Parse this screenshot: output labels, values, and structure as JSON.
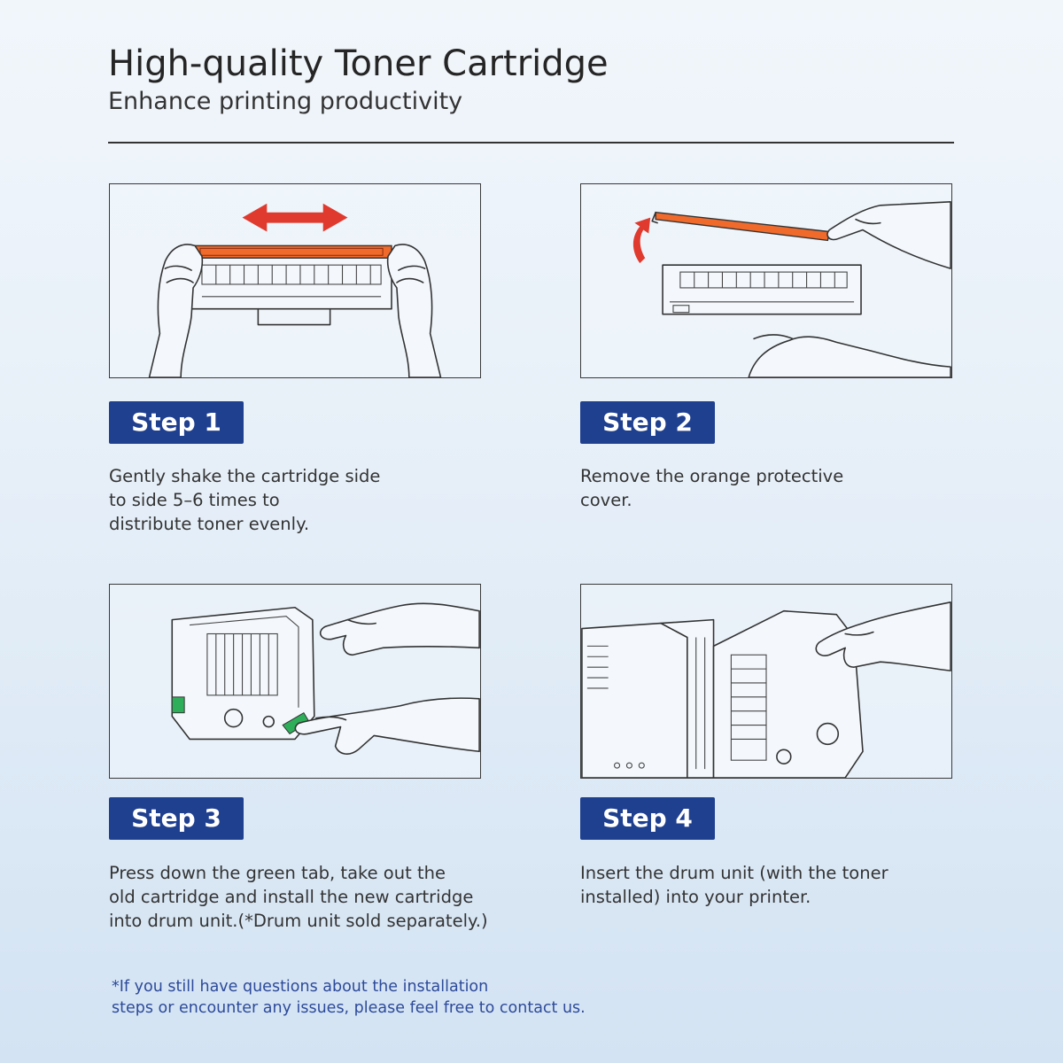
{
  "header": {
    "title": "High-quality Toner Cartridge",
    "subtitle": "Enhance printing productivity"
  },
  "colors": {
    "badge_blue": "#1f3f8f",
    "cover_orange": "#f06a2c",
    "arrow_red": "#e03a2e",
    "tab_green": "#2fae5a",
    "footnote_blue": "#2c4a9a"
  },
  "steps": [
    {
      "label": "Step 1",
      "text": "Gently shake the cartridge side\nto side 5–6 times to\ndistribute toner evenly.",
      "illustration": "hands-shaking-cartridge-illustration"
    },
    {
      "label": "Step 2",
      "text": "Remove the orange protective\ncover.",
      "illustration": "remove-orange-cover-illustration"
    },
    {
      "label": "Step 3",
      "text": "Press down the green tab, take out the\nold cartridge and install the new cartridge\ninto drum unit.(*Drum unit sold separately.)",
      "illustration": "drum-unit-green-tab-illustration"
    },
    {
      "label": "Step 4",
      "text": "Insert the drum unit (with the toner\ninstalled) into your printer.",
      "illustration": "insert-drum-into-printer-illustration"
    }
  ],
  "footnote": "*If you still have questions about the installation\nsteps or encounter any issues, please feel free to contact us."
}
